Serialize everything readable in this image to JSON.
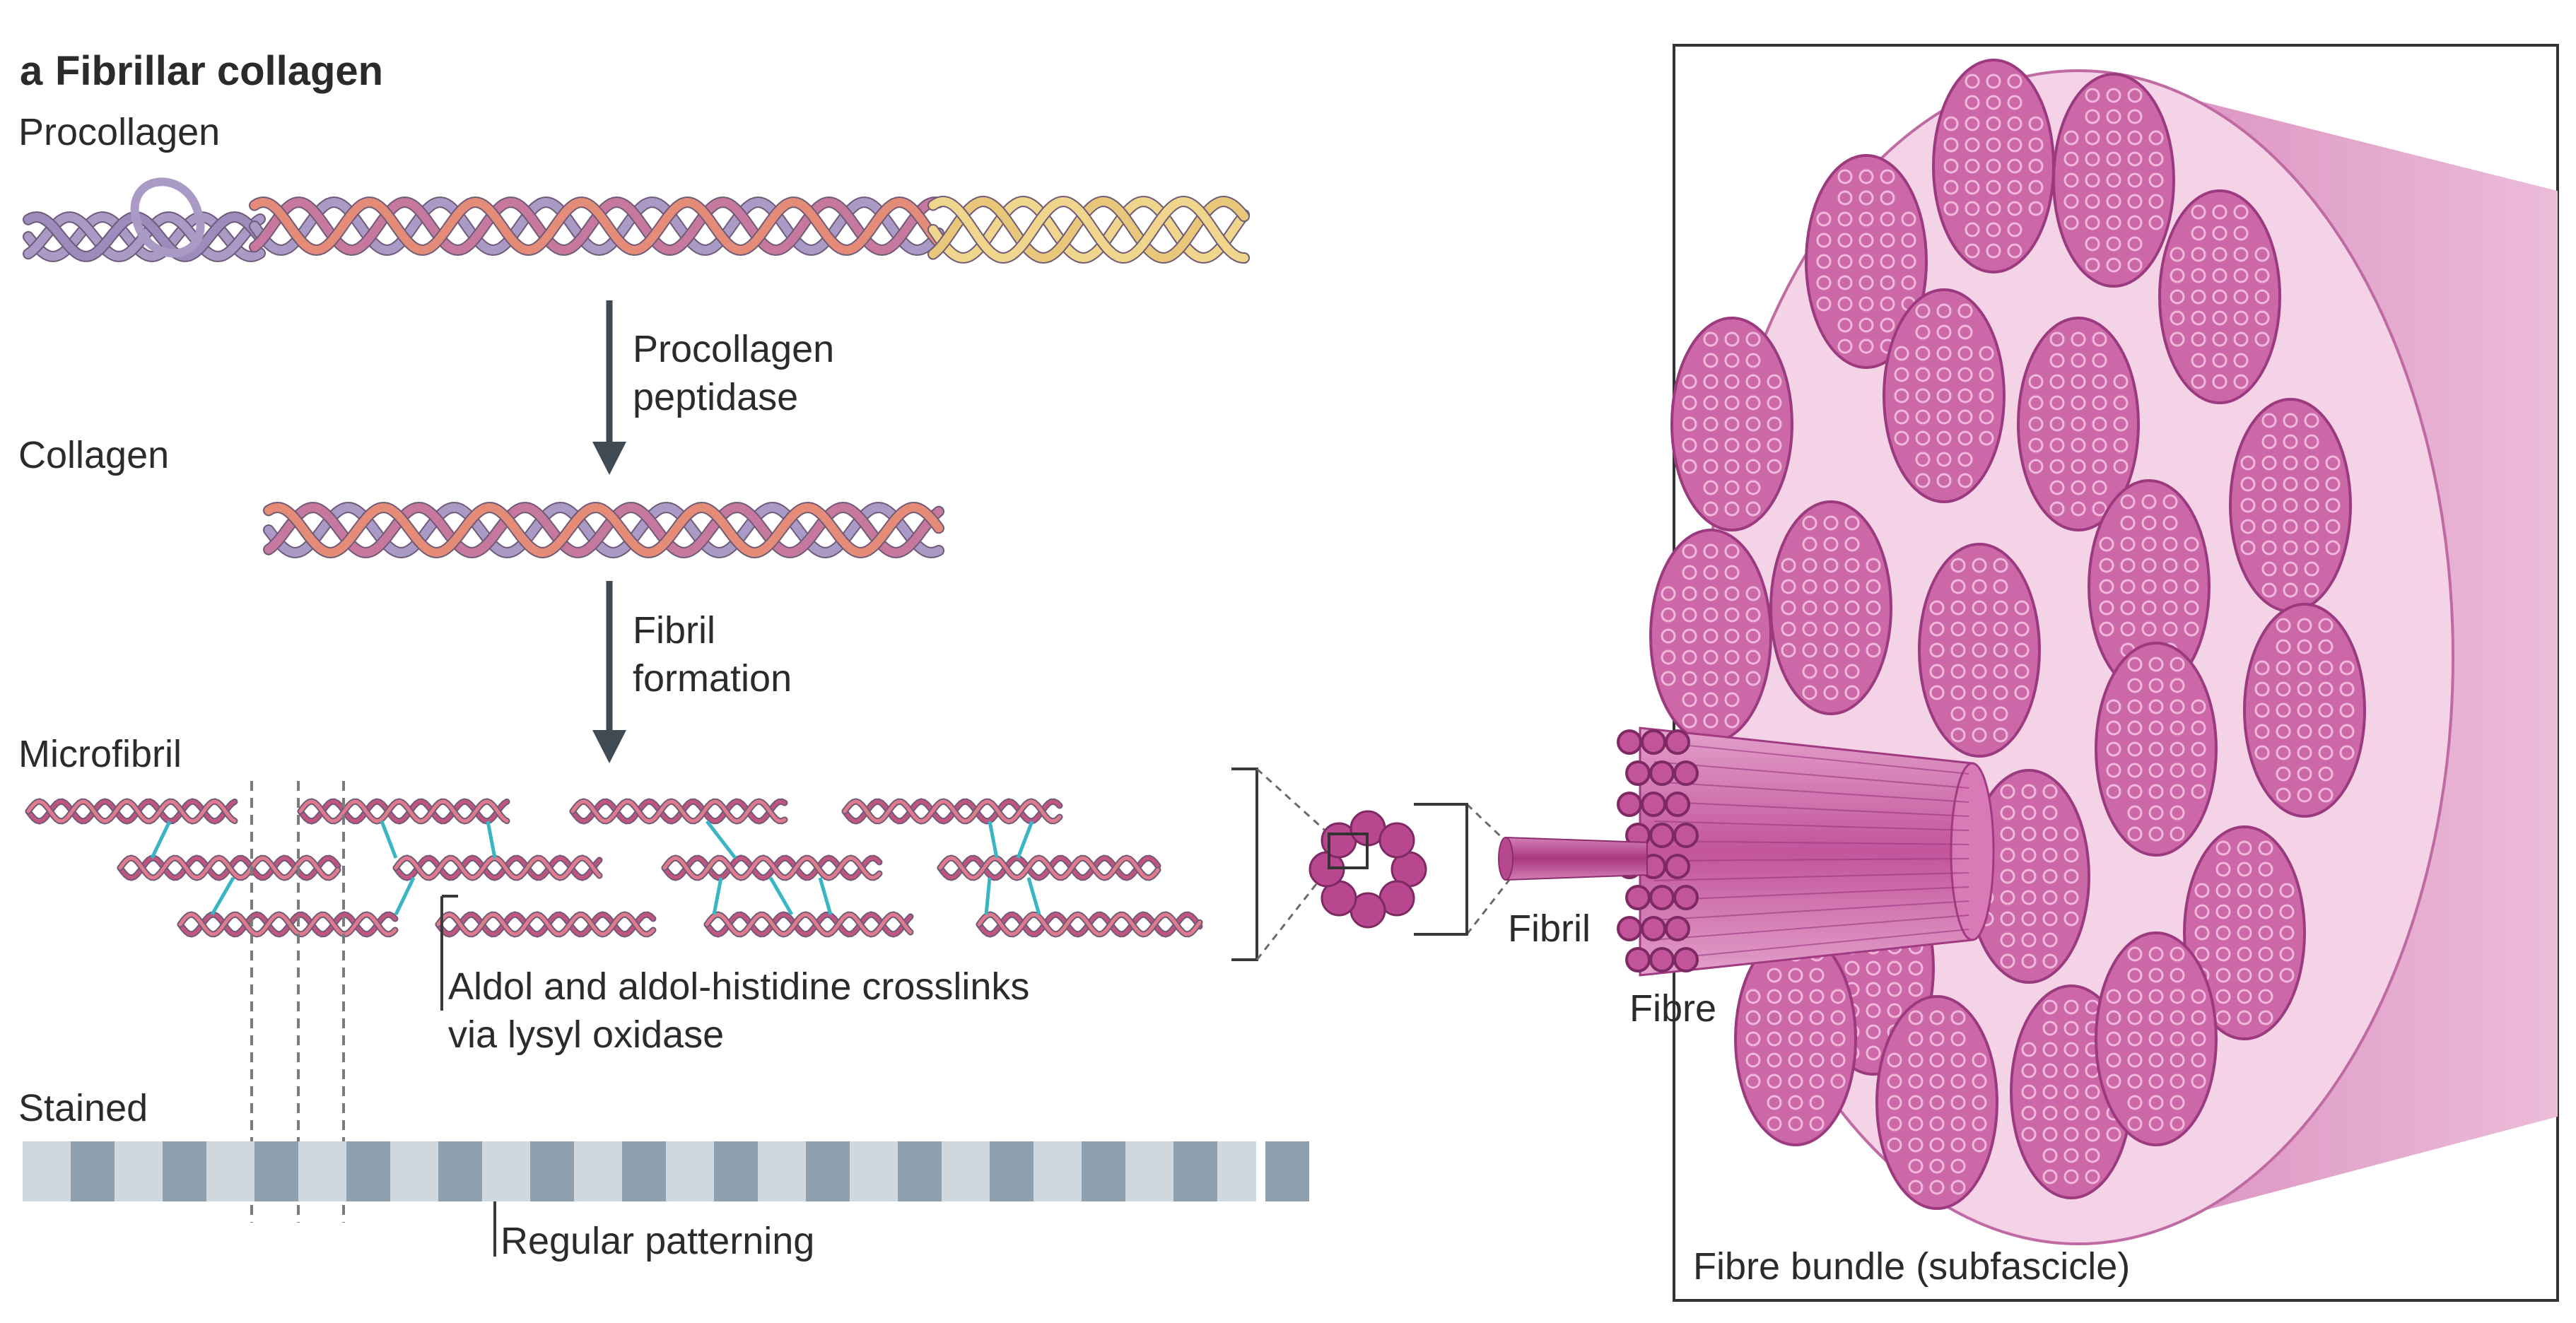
{
  "panel": {
    "letter": "a",
    "title": "Fibrillar collagen"
  },
  "labels": {
    "procollagen": "Procollagen",
    "collagen": "Collagen",
    "microfibril": "Microfibril",
    "stained": "Stained",
    "fibril": "Fibril",
    "fibre": "Fibre",
    "fibre_bundle": "Fibre bundle (subfascicle)"
  },
  "steps": {
    "step1": {
      "line1": "Procollagen",
      "line2": "peptidase"
    },
    "step2": {
      "line1": "Fibril",
      "line2": "formation"
    }
  },
  "annotations": {
    "crosslinks": {
      "line1": "Aldol and aldol-histidine crosslinks",
      "line2": "via lysyl oxidase"
    },
    "patterning": "Regular patterning"
  },
  "colors": {
    "strand_purple": "#a99ac6",
    "strand_pink": "#c7789e",
    "strand_orange": "#e58c78",
    "strand_yellow": "#f0d58c",
    "crosslink": "#39b5c4",
    "arrow": "#3f4a52",
    "stain_dark": "#8e9fad",
    "stain_light": "#cfd8df",
    "bundle_light": "#f4d3e6",
    "bundle_side": "#e3a6cc",
    "fibre_magenta": "#c2549b",
    "fibre_dark": "#8c2d6d"
  }
}
